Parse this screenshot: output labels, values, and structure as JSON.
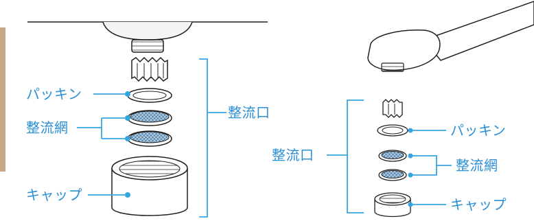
{
  "labels": {
    "left_packing": "パッキン",
    "left_screen": "整流網",
    "left_cap": "キャップ",
    "left_aerator": "整流口",
    "right_aerator": "整流口",
    "right_packing": "パッキン",
    "right_screen": "整流網",
    "right_cap": "キャップ"
  },
  "colors": {
    "label_blue": "#2a8fd4",
    "line_blue": "#35a5e0",
    "screen_blue": "#5c87ad",
    "outline": "#1f1f1f",
    "background": "#ffffff"
  }
}
